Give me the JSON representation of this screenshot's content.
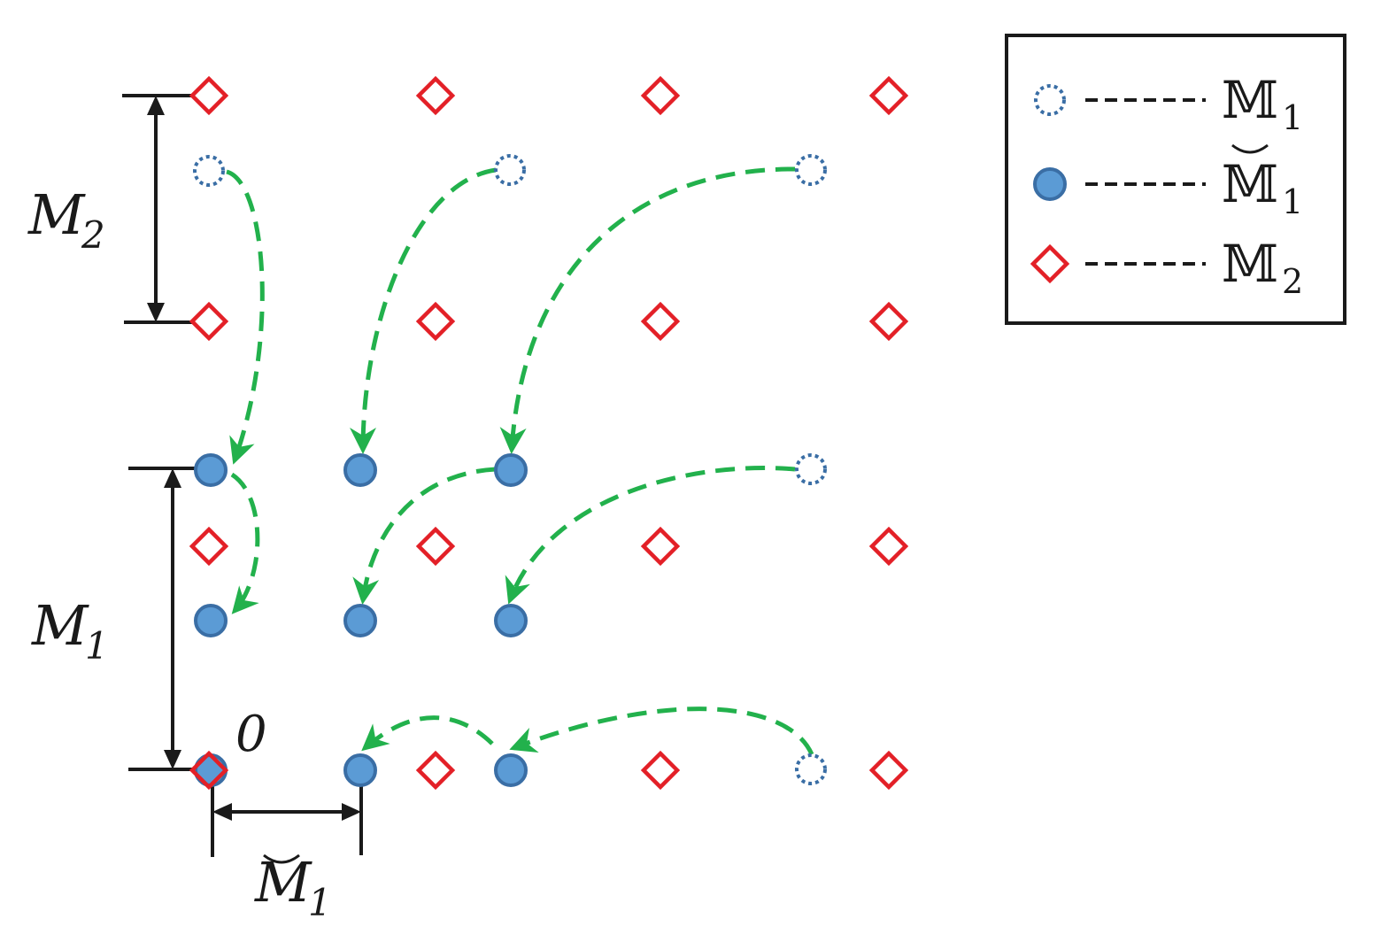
{
  "colors": {
    "m1_outline": "#3a6ea5",
    "m1_fill": "#5b9bd5",
    "m2": "#e32027",
    "arrow": "#22b14c",
    "ink": "#1a1a1a"
  },
  "labels": {
    "m2_dim": "M",
    "m2_sub": "2",
    "m1_dim": "M",
    "m1_sub": "1",
    "m1b_dim": "M",
    "m1b_sub": "1",
    "origin": "0"
  },
  "legend": {
    "items": [
      {
        "marker": "dotted-circle",
        "symbol": "𝕄",
        "sub": "1",
        "breve": false
      },
      {
        "marker": "filled-circle",
        "symbol": "𝕄",
        "sub": "1",
        "breve": true
      },
      {
        "marker": "diamond",
        "symbol": "𝕄",
        "sub": "2",
        "breve": false
      }
    ]
  }
}
